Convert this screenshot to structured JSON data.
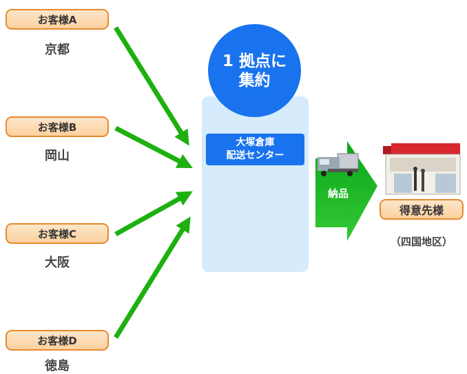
{
  "customers": [
    {
      "label": "お客様A",
      "city": "京都"
    },
    {
      "label": "お客様B",
      "city": "岡山"
    },
    {
      "label": "お客様C",
      "city": "大阪"
    },
    {
      "label": "お客様D",
      "city": "徳島"
    }
  ],
  "hub": {
    "badge_line1": "1 拠点に",
    "badge_line2": "集約",
    "name_line1": "大塚倉庫",
    "name_line2": "配送センター"
  },
  "delivery": {
    "label": "納品"
  },
  "destination": {
    "label": "得意先様",
    "region": "（四国地区）"
  },
  "colors": {
    "arrow": "#1db00f",
    "hub_blue": "#1a73ee",
    "panel": "#d6ebfb",
    "pill_border": "#e8892c"
  }
}
